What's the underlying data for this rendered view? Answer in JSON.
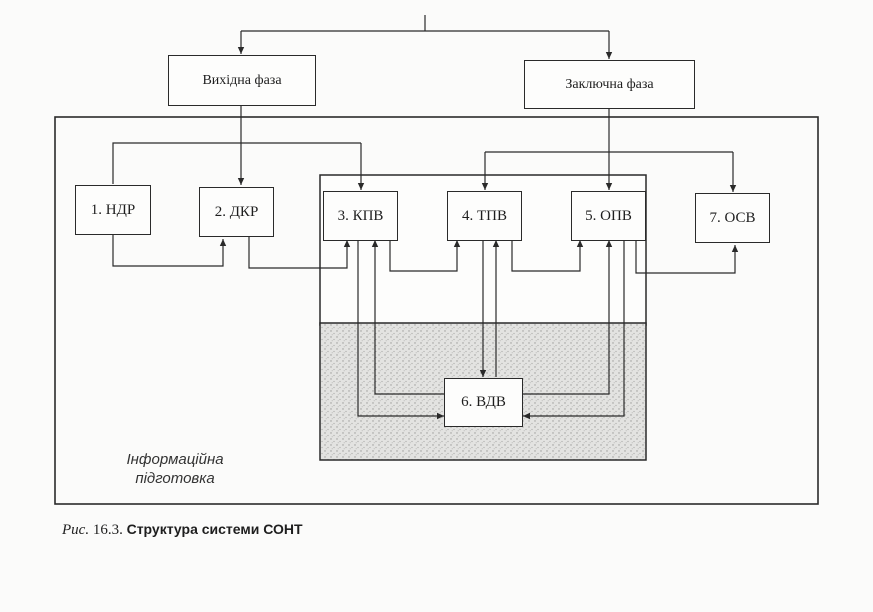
{
  "phases": {
    "initial": "Вихідна фаза",
    "final": "Заключна фаза"
  },
  "blocks": {
    "ndr": "1. НДР",
    "dkr": "2. ДКР",
    "kpv": "3. КПВ",
    "tpv": "4. ТПВ",
    "opv": "5. ОПВ",
    "vdv": "6. ВДВ",
    "osv": "7. ОСВ"
  },
  "info_area": {
    "label_line1": "Інформаційна",
    "label_line2": "підготовка"
  },
  "caption": {
    "prefix": "Рис.",
    "number": " 16.3. ",
    "title": "Структура системи СОНТ"
  },
  "colors": {
    "line": "#2a2a2a",
    "stipple_bg": "#e3e3e1",
    "stipple_dot": "#9a9a98"
  }
}
